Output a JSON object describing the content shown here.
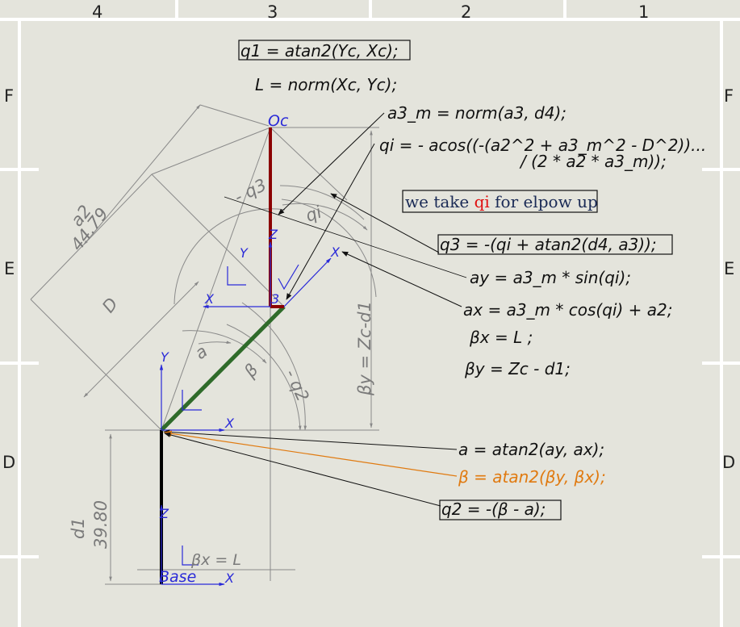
{
  "sheet": {
    "column_labels": [
      "4",
      "3",
      "2",
      "1"
    ],
    "row_labels": [
      "F",
      "E",
      "D"
    ]
  },
  "equations": {
    "q1": "q1 = atan2(Yc, Xc);",
    "L": "L = norm(Xc, Yc);",
    "a3m": "a3_m = norm(a3, d4);",
    "qi_line1": "qi = - acos((-(a2^2 + a3_m^2 -  D^2))...",
    "qi_line2": "/ (2 * a2 * a3_m));",
    "q3": "q3 = -(qi + atan2(d4, a3));",
    "ay": "ay = a3_m * sin(qi);",
    "ax": "ax = a3_m * cos(qi) + a2;",
    "bx": "βx = L ;",
    "by": "βy = Zc - d1;",
    "alpha": "a = atan2(ay, ax);",
    "beta": "β = atan2(βy, βx);",
    "q2": "q2 = -(β - a);"
  },
  "note": {
    "prefix": "we take ",
    "highlight": "qi",
    "suffix": " for elpow up"
  },
  "dimensions": {
    "a2_name": "a2",
    "a2_value": "44.79",
    "d1_name": "d1",
    "d1_value": "39.80",
    "D": "D",
    "by": "βy = Zc-d1",
    "bx": "βx = L",
    "q3": "- q3",
    "qi": "qi",
    "alpha": "a",
    "beta": "β",
    "q2": "- q2"
  },
  "frames": {
    "Oc": "Oc",
    "Base": "Base",
    "joint3": "3"
  },
  "axes": {
    "x": "X",
    "y": "Y",
    "z": "Z"
  },
  "colors": {
    "background": "#e4e4dc",
    "frame_border": "#ffffff",
    "link_base": "#000000",
    "link_upper_arm": "#2f6b2a",
    "link_forearm": "#8b0000",
    "axis_blue": "#2a2ad8",
    "dimension_gray": "#7a7a7a",
    "beta_orange": "#e07a10"
  }
}
